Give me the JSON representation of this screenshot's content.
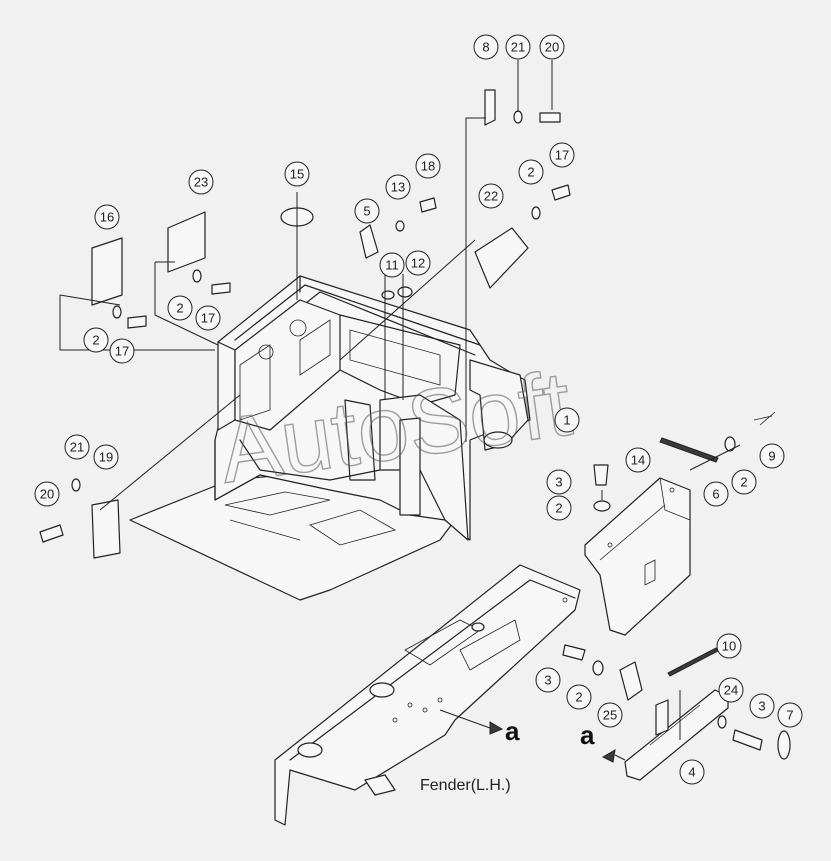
{
  "watermark": "AutoSoft",
  "fender_label": "Fender(L.H.)",
  "view_marker_label": "a",
  "callouts": [
    {
      "id": "c-8",
      "text": "8"
    },
    {
      "id": "c-21-top",
      "text": "21"
    },
    {
      "id": "c-20-top",
      "text": "20"
    },
    {
      "id": "c-17-right",
      "text": "17"
    },
    {
      "id": "c-2-right",
      "text": "2"
    },
    {
      "id": "c-18",
      "text": "18"
    },
    {
      "id": "c-13",
      "text": "13"
    },
    {
      "id": "c-22",
      "text": "22"
    },
    {
      "id": "c-15",
      "text": "15"
    },
    {
      "id": "c-23",
      "text": "23"
    },
    {
      "id": "c-16",
      "text": "16"
    },
    {
      "id": "c-5",
      "text": "5"
    },
    {
      "id": "c-11",
      "text": "11"
    },
    {
      "id": "c-12",
      "text": "12"
    },
    {
      "id": "c-2-mid",
      "text": "2"
    },
    {
      "id": "c-17-mid",
      "text": "17"
    },
    {
      "id": "c-2-left",
      "text": "2"
    },
    {
      "id": "c-17-left",
      "text": "17"
    },
    {
      "id": "c-1",
      "text": "1"
    },
    {
      "id": "c-9",
      "text": "9"
    },
    {
      "id": "c-2-9",
      "text": "2"
    },
    {
      "id": "c-6",
      "text": "6"
    },
    {
      "id": "c-14",
      "text": "14"
    },
    {
      "id": "c-3-top",
      "text": "3"
    },
    {
      "id": "c-2-washer",
      "text": "2"
    },
    {
      "id": "c-21-left",
      "text": "21"
    },
    {
      "id": "c-19",
      "text": "19"
    },
    {
      "id": "c-20-left",
      "text": "20"
    },
    {
      "id": "c-10",
      "text": "10"
    },
    {
      "id": "c-3-low",
      "text": "3"
    },
    {
      "id": "c-2-low",
      "text": "2"
    },
    {
      "id": "c-25",
      "text": "25"
    },
    {
      "id": "c-24",
      "text": "24"
    },
    {
      "id": "c-3-right",
      "text": "3"
    },
    {
      "id": "c-7",
      "text": "7"
    },
    {
      "id": "c-4",
      "text": "4"
    }
  ]
}
